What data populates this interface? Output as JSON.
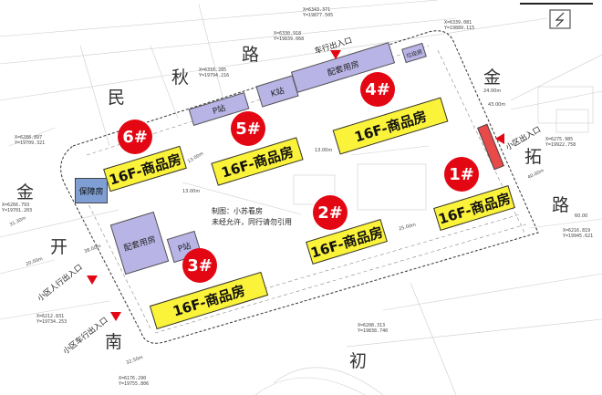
{
  "roads": {
    "top": [
      "民",
      "秋",
      "路"
    ],
    "right": [
      "金",
      "拓",
      "路"
    ],
    "left": [
      "金",
      "开",
      "南"
    ],
    "bottom": [
      "初"
    ]
  },
  "buildings": [
    {
      "badge": "6#",
      "label": "16F-商品房"
    },
    {
      "badge": "5#",
      "label": "16F-商品房"
    },
    {
      "badge": "4#",
      "label": "16F-商品房"
    },
    {
      "badge": "1#",
      "label": "16F-商品房"
    },
    {
      "badge": "2#",
      "label": "16F-商品房"
    },
    {
      "badge": "3#",
      "label": "16F-商品房"
    }
  ],
  "facilities": {
    "support_top": "配套用房",
    "support_left": "配套用房",
    "p_station_top": "P站",
    "p_station_left": "P站",
    "k_station": "K站",
    "garbage": "垃圾房",
    "affordable": "保障房"
  },
  "entrances": {
    "vehicle_top": "车行出入口",
    "community_right": "小区出入口",
    "pedestrian_left": "小区人行出入口",
    "vehicle_left": "小区车行出入口"
  },
  "note": {
    "line1": "制图：小苏看房",
    "line2": "未经允许，同行请勿引用"
  },
  "coordinates": [
    {
      "x": "X=6343.371",
      "y": "Y=19877.505"
    },
    {
      "x": "X=6330.918",
      "y": "Y=19839.068"
    },
    {
      "x": "X=6339.081",
      "y": "Y=19889.115"
    },
    {
      "x": "X=6316.285",
      "y": "Y=19794.216"
    },
    {
      "x": "X=6288.897",
      "y": "Y=19709.321"
    },
    {
      "x": "X=6266.793",
      "y": "Y=19701.203"
    },
    {
      "x": "X=6275.985",
      "y": "Y=19922.758"
    },
    {
      "x": "X=6216.819",
      "y": "Y=19945.621"
    },
    {
      "x": "X=6212.831",
      "y": "Y=19734.253"
    },
    {
      "x": "X=6208.313",
      "y": "Y=19838.740"
    },
    {
      "x": "X=6176.290",
      "y": "Y=19755.806"
    }
  ],
  "distances": [
    "13.00m",
    "13.00m",
    "13.00m",
    "43.00m",
    "24.00m",
    "31.30m",
    "20.00m",
    "38.00m",
    "25.00m",
    "32.50m",
    "60.00",
    "40.00m"
  ],
  "colors": {
    "residential": "#fbf23a",
    "support": "#b9b4e6",
    "affordable": "#7f9fd4",
    "accent": "#e30613"
  },
  "icons": {
    "north": "lightning-north-icon"
  }
}
